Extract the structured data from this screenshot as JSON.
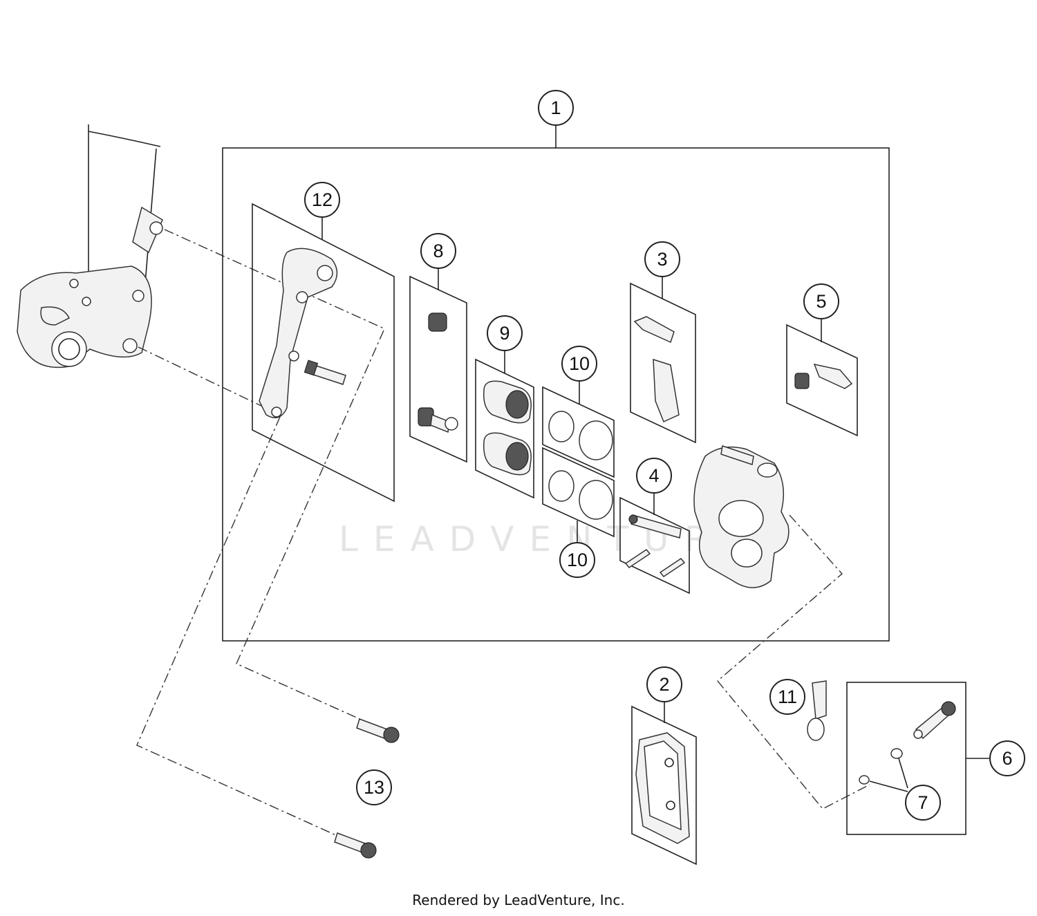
{
  "callouts": [
    {
      "id": "c1",
      "label": "1"
    },
    {
      "id": "c2",
      "label": "2"
    },
    {
      "id": "c3",
      "label": "3"
    },
    {
      "id": "c4",
      "label": "4"
    },
    {
      "id": "c5",
      "label": "5"
    },
    {
      "id": "c6",
      "label": "6"
    },
    {
      "id": "c7",
      "label": "7"
    },
    {
      "id": "c8",
      "label": "8"
    },
    {
      "id": "c9",
      "label": "9"
    },
    {
      "id": "c10a",
      "label": "10"
    },
    {
      "id": "c10b",
      "label": "10"
    },
    {
      "id": "c11",
      "label": "11"
    },
    {
      "id": "c12",
      "label": "12"
    },
    {
      "id": "c13",
      "label": "13"
    }
  ],
  "watermark": "LEADVENTURE",
  "footer": "Rendered by LeadVenture, Inc."
}
